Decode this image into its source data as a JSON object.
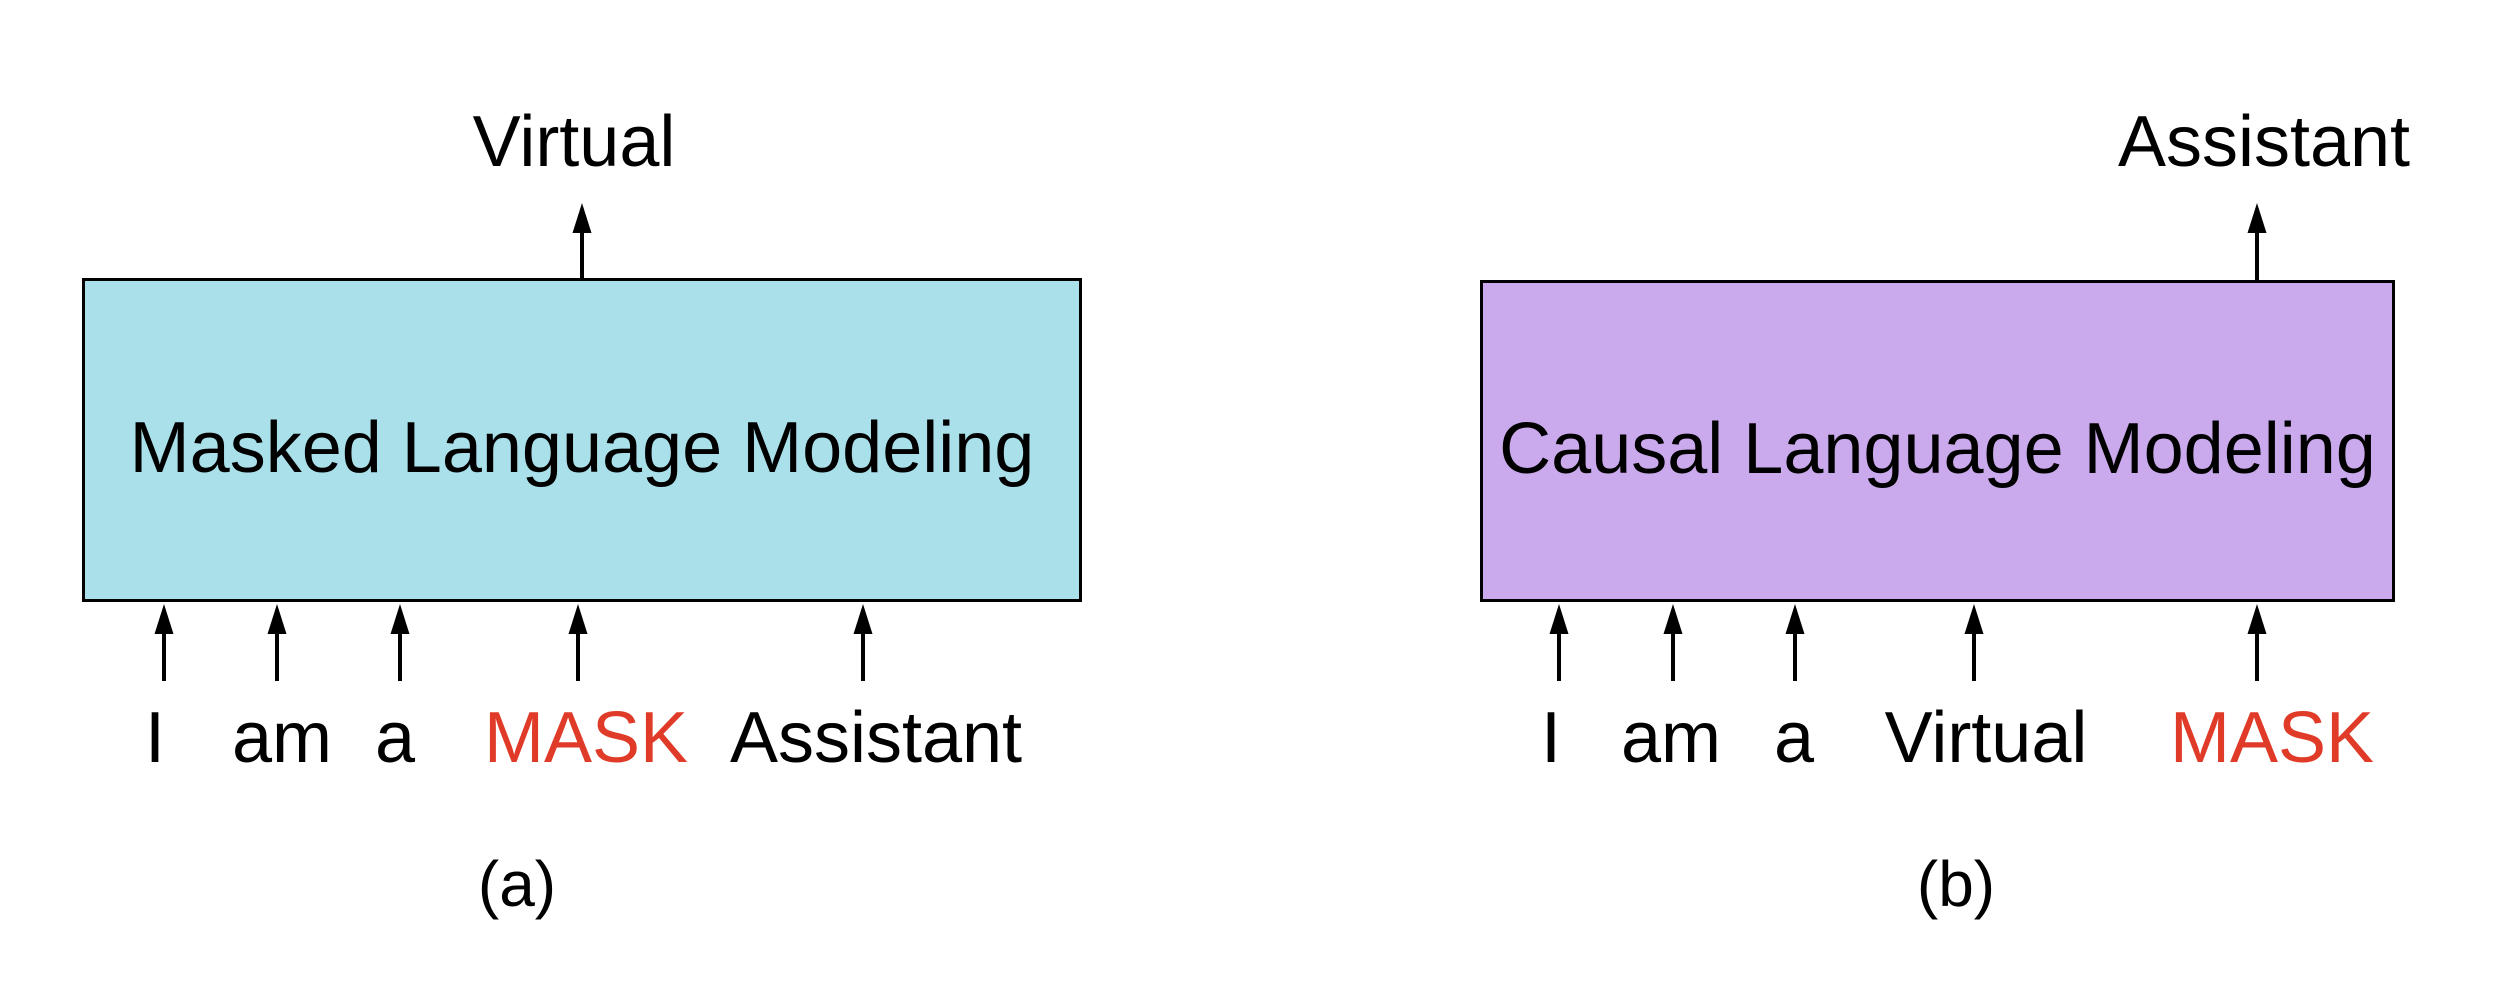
{
  "figure": {
    "background": "#FFFFFF",
    "text_color": "#000000",
    "mask_color": "#E03B28",
    "panels": [
      {
        "caption": "(a)",
        "box_label": "Masked Language Modeling",
        "box_fill": "#A9E0EA",
        "box_border": "#000000",
        "output_token": "Virtual",
        "input_tokens": [
          {
            "text": "I",
            "masked": false
          },
          {
            "text": "am",
            "masked": false
          },
          {
            "text": "a",
            "masked": false
          },
          {
            "text": "MASK",
            "masked": true
          },
          {
            "text": "Assistant",
            "masked": false
          }
        ]
      },
      {
        "caption": "(b)",
        "box_label": "Causal Language Modeling",
        "box_fill": "#CAA9EC",
        "box_border": "#000000",
        "output_token": "Assistant",
        "input_tokens": [
          {
            "text": "I",
            "masked": false
          },
          {
            "text": "am",
            "masked": false
          },
          {
            "text": "a",
            "masked": false
          },
          {
            "text": "Virtual",
            "masked": false
          },
          {
            "text": "MASK",
            "masked": true
          }
        ]
      }
    ]
  }
}
